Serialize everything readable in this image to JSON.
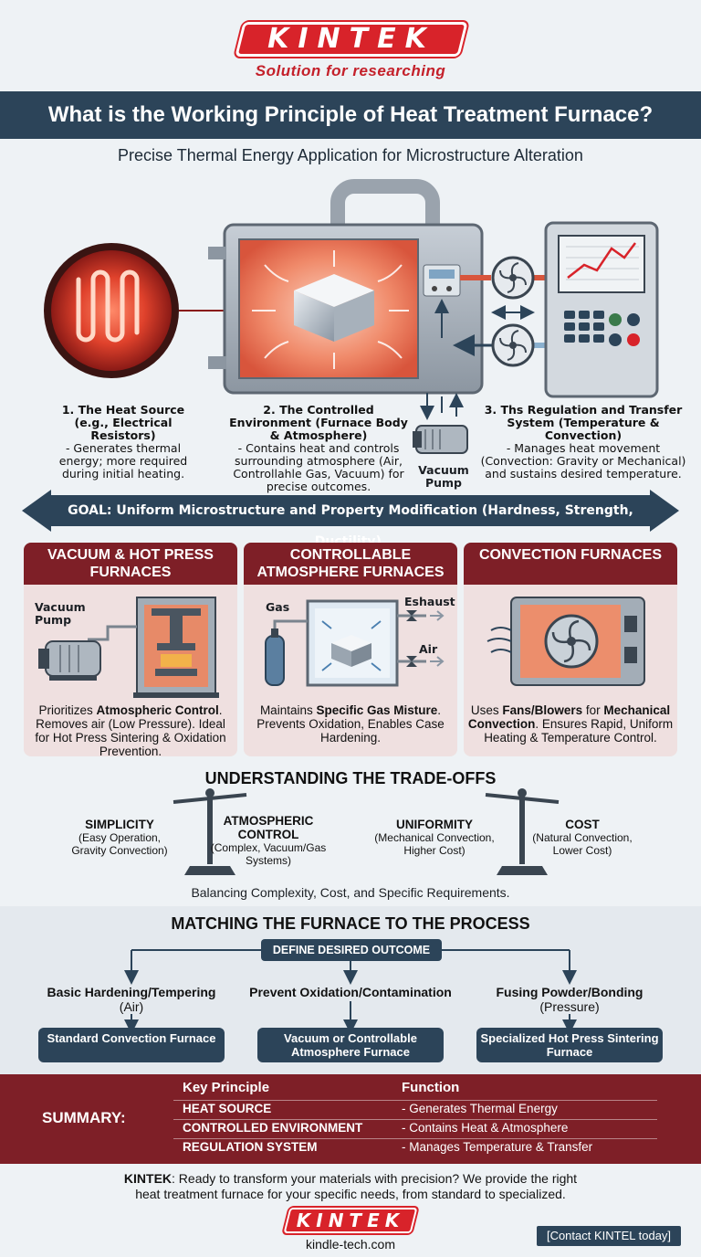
{
  "header": {
    "logo": "KINTEK",
    "tagline": "Solution for researching",
    "title": "What is the Working Principle of Heat Treatment Furnace?",
    "subtitle": "Precise Thermal Energy Application for Microstructure Alteration"
  },
  "diagram": {
    "vacuum_pump_label": "Vacuum Pump",
    "steps": [
      {
        "title": "1. The Heat Source (e.g., Electrical Resistors)",
        "desc": "- Generates thermal energy; more required during initial heating."
      },
      {
        "title": "2. The Controlled Environment (Furnace Body & Atmosphere)",
        "desc": "- Contains heat and controls surrounding atmosphere (Air, Controllahle Gas, Vacuum) for precise outcomes."
      },
      {
        "title": "3. Ths Regulation and Transfer System (Temperature & Convection)",
        "desc": "- Manages heat movement (Convection: Gravity or Mechanical) and sustains desired temperature."
      }
    ],
    "goal": "GOAL: Uniform Microstructure and Property Modification (Hardness, Strength, Ductility)."
  },
  "cards": [
    {
      "title": "VACUUM & HOT PRESS FURNACES",
      "label_a": "Vacuum Pump",
      "text_pre": "Prioritizes ",
      "text_bold": "Atmospheric Control",
      "text_post": ". Removes air (Low Pressure). Ideal for Hot Press Sintering & Oxidation Prevention."
    },
    {
      "title": "CONTROLLABLE ATMOSPHERE FURNACES",
      "label_gas": "Gas",
      "label_exhaust": "Eshaust",
      "label_air": "Air",
      "text_pre": "Maintains ",
      "text_bold": "Specific Gas Misture",
      "text_post": ". Prevents Oxidation, Enables Case Hardening."
    },
    {
      "title": "CONVECTION FURNACES",
      "text_pre": "Uses ",
      "text_bold": "Fans/Blowers",
      "text_mid": " for ",
      "text_bold2": "Mechanical Convection",
      "text_post": ". Ensures Rapid, Uniform Heating & Temperature Control."
    }
  ],
  "tradeoffs": {
    "title": "UNDERSTANDING THE TRADE-OFFS",
    "left": [
      {
        "title": "SIMPLICITY",
        "desc": "(Easy Operation, Gravity Convection)"
      },
      {
        "title": "ATMOSPHERIC CONTROL",
        "desc": "(Complex, Vacuum/Gas Systems)"
      }
    ],
    "right": [
      {
        "title": "UNIFORMITY",
        "desc": "(Mechanical Convection, Higher Cost)"
      },
      {
        "title": "COST",
        "desc": "(Natural Convection, Lower Cost)"
      }
    ],
    "caption": "Balancing Complexity, Cost, and Specific Requirements."
  },
  "process": {
    "title": "MATCHING THE FURNACE TO THE PROCESS",
    "root": "DEFINE DESIRED OUTCOME",
    "branches": [
      {
        "need": "Basic Hardening/Tempering",
        "qualifier": "(Air)",
        "result": "Standard Convection Furnace"
      },
      {
        "need": "Prevent Oxidation/Contamination",
        "qualifier": "",
        "result": "Vacuum or Controllable Atmosphere Furnace"
      },
      {
        "need": "Fusing Powder/Bonding",
        "qualifier": "(Pressure)",
        "result": "Specialized Hot Press Sintering Furnace"
      }
    ]
  },
  "summary": {
    "label": "SUMMARY:",
    "col_key": "Key Principle",
    "col_val": "Function",
    "rows": [
      {
        "key": "HEAT SOURCE",
        "val": "- Generates Thermal Energy"
      },
      {
        "key": "CONTROLLED ENVIRONMENT",
        "val": "- Contains Heat & Atmosphere"
      },
      {
        "key": "REGULATION SYSTEM",
        "val": "- Manages Temperature & Transfer"
      }
    ]
  },
  "footer": {
    "brand": "KINTEK",
    "text": ": Ready to transform your materials with precision? We provide the right heat treatment furnace for your specific needs, from standard to specialized.",
    "logo": "KINTEK",
    "url": "kindle-tech.com",
    "contact": "[Contact KINTEL today]"
  },
  "colors": {
    "navy": "#2c4459",
    "brand_red": "#d8232a",
    "maroon": "#7e1f27",
    "card_bg": "#efe0e0"
  }
}
